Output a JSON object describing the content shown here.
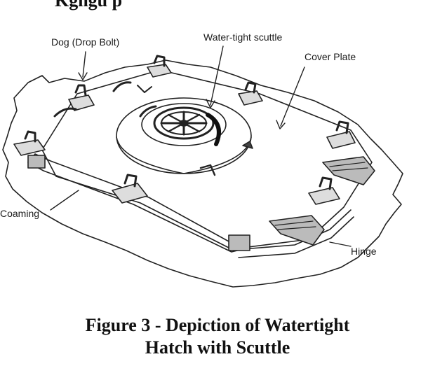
{
  "labels": {
    "dog": "Dog (Drop Bolt)",
    "scuttle": "Water-tight scuttle",
    "cover_plate": "Cover Plate",
    "coaming": "Coaming",
    "hinge": "Hinge"
  },
  "caption": {
    "line1": "Figure 3 - Depiction of Watertight",
    "line2": "Hatch with Scuttle"
  },
  "top_fragment": "Kgngu         p"
}
